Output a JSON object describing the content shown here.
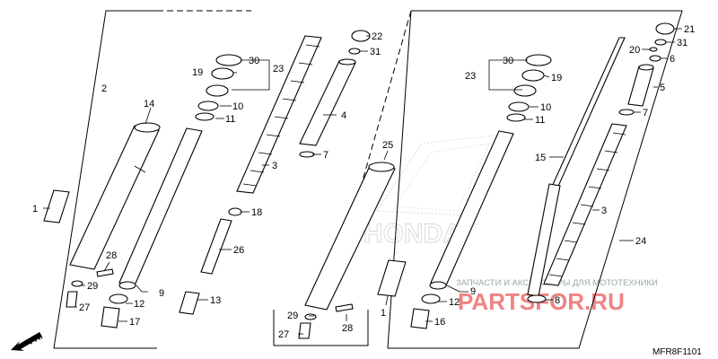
{
  "diagram": {
    "code": "MFR8F1101",
    "direction": "FR.",
    "watermark": {
      "brand": "HONDA",
      "tagline": "ЗАПЧАСТИ И АКСЕССУАРЫ ДЛЯ МОТОТЕХНИКИ",
      "site": "PARTSFOR.RU"
    },
    "callouts": {
      "c1a": "1",
      "c2": "2",
      "c3a": "3",
      "c4": "4",
      "c7a": "7",
      "c9a": "9",
      "c10a": "10",
      "c11a": "11",
      "c12a": "12",
      "c13": "13",
      "c14": "14",
      "c17": "17",
      "c18": "18",
      "c19a": "19",
      "c22": "22",
      "c23a": "23",
      "c25": "25",
      "c26": "26",
      "c27a": "27",
      "c28a": "28",
      "c29a": "29",
      "c30a": "30",
      "c31a": "31",
      "c1b": "1",
      "c9b": "9",
      "c12b": "12",
      "c16": "16",
      "c27b": "27",
      "c28b": "28",
      "c29b": "29",
      "c3b": "3",
      "c5": "5",
      "c6": "6",
      "c7b": "7",
      "c8": "8",
      "c10b": "10",
      "c11b": "11",
      "c15": "15",
      "c19b": "19",
      "c20": "20",
      "c21": "21",
      "c23b": "23",
      "c24": "24",
      "c30b": "30",
      "c31b": "31"
    }
  }
}
